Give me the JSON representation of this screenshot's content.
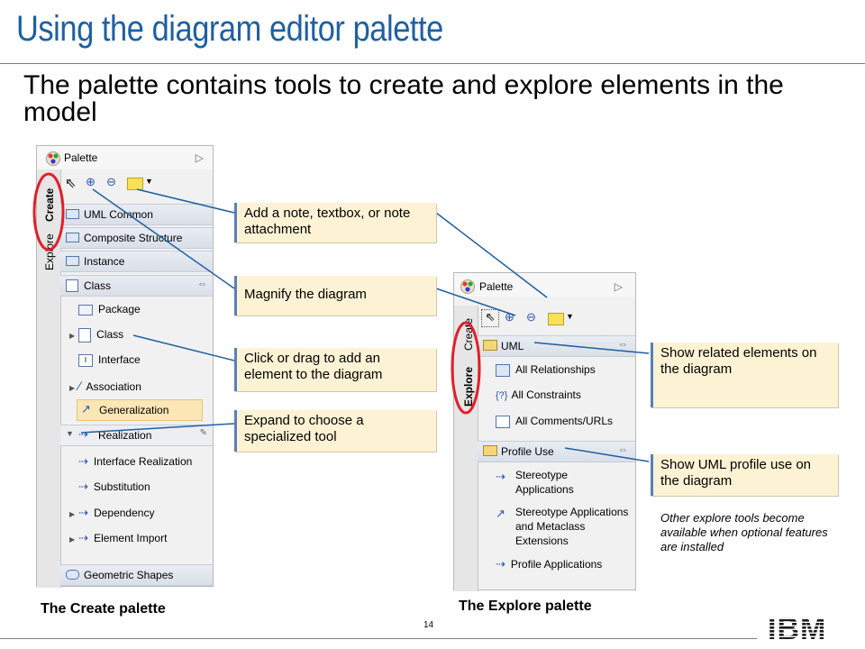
{
  "slide": {
    "title": "Using the diagram editor palette",
    "subtitle": "The palette contains tools to create and explore elements in the model",
    "page_number": "14",
    "note": "Other explore tools become available when optional features are installed",
    "logo_text": "IBM"
  },
  "create_palette": {
    "header": "Palette",
    "tab_create": "Create",
    "tab_explore": "Explore",
    "drawers": {
      "uml_common": "UML Common",
      "composite_structure": "Composite Structure",
      "instance": "Instance",
      "class": "Class",
      "geometric_shapes": "Geometric Shapes"
    },
    "items": {
      "package": "Package",
      "class": "Class",
      "interface": "Interface",
      "association": "Association",
      "generalization": "Generalization",
      "realization": "Realization",
      "interface_realization": "Interface Realization",
      "substitution": "Substitution",
      "dependency": "Dependency",
      "element_import": "Element Import"
    },
    "caption": "The Create palette"
  },
  "explore_palette": {
    "header": "Palette",
    "tab_create": "Create",
    "tab_explore": "Explore",
    "drawers": {
      "uml": "UML",
      "profile_use": "Profile Use"
    },
    "items": {
      "all_relationships": "All Relationships",
      "all_constraints": "All Constraints",
      "all_comments": "All Comments/URLs",
      "stereotype_applications": "Stereotype Applications",
      "stereotype_metaclass": "Stereotype Applications and Metaclass Extensions",
      "profile_applications": "Profile Applications"
    },
    "caption": "The Explore palette"
  },
  "callouts": {
    "note": "Add a note, textbox, or note attachment",
    "magnify": "Magnify the diagram",
    "add_element": "Click or drag to add an element to the diagram",
    "expand": "Expand to choose a specialized tool",
    "related": "Show related elements on the diagram",
    "profile": "Show UML profile use on the diagram"
  },
  "colors": {
    "title": "#1f5fa0",
    "callout_fill": "#fdf2d4",
    "callout_border": "#5a7fb6",
    "highlight_ring": "#e0202a",
    "connector": "#1f5fa0"
  }
}
